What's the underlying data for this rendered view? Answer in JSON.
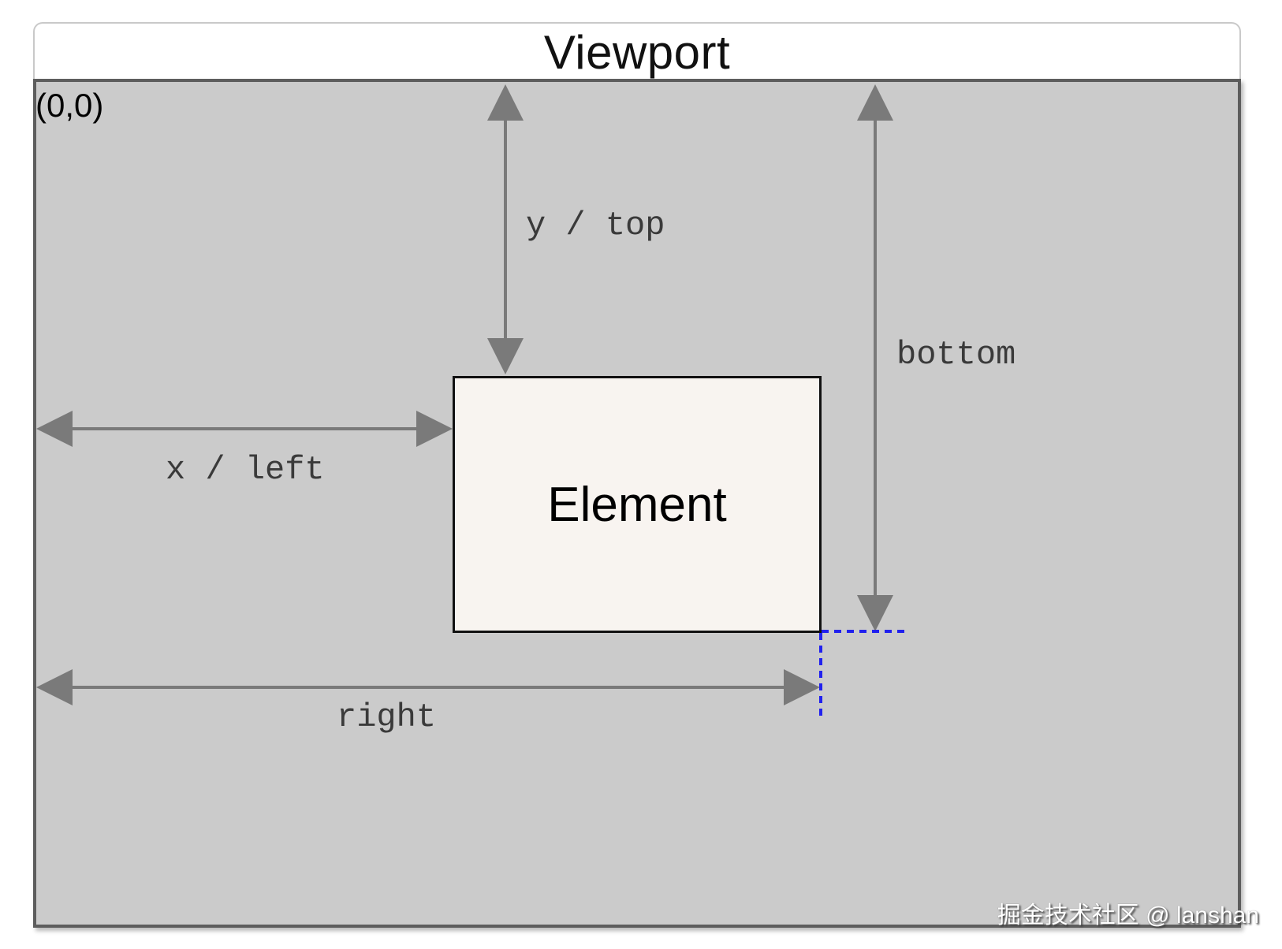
{
  "diagram": {
    "title": "Viewport",
    "origin_label": "(0,0)",
    "element_label": "Element",
    "measure_labels": {
      "y_top": "y / top",
      "x_left": "x / left",
      "bottom": "bottom",
      "right": "right"
    },
    "watermark": "掘金技术社区 @ lanshan",
    "colors": {
      "viewport_fill": "#cbcbcb",
      "viewport_border": "#5d5d5d",
      "header_fill": "#ffffff",
      "header_border": "#c9c9c9",
      "element_fill": "#f8f4f0",
      "element_border": "#111111",
      "arrow": "#7a7a7a",
      "label_text": "#3a3a3a",
      "title_text": "#111111",
      "guide_blue": "#2121ee",
      "watermark_text": "#ffffff"
    }
  }
}
